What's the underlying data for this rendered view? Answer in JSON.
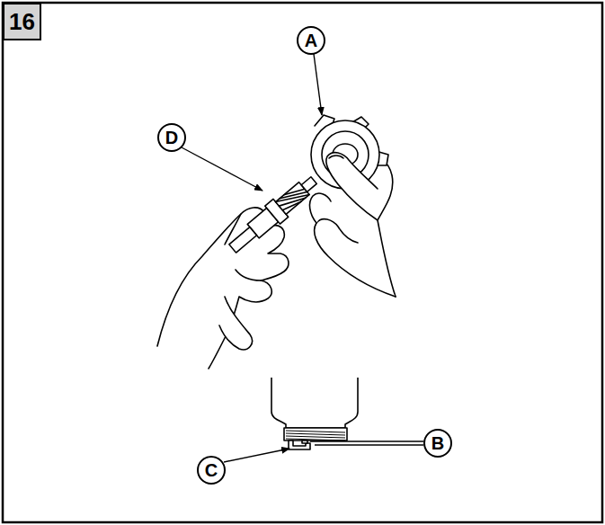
{
  "diagram": {
    "nodes": [
      {
        "text": [
          "16"
        ]
      },
      {
        "text": [
          "A"
        ]
      },
      {
        "text": [
          "D"
        ]
      },
      {
        "text": [
          "B"
        ]
      },
      {
        "text": [
          "C"
        ]
      }
    ]
  }
}
